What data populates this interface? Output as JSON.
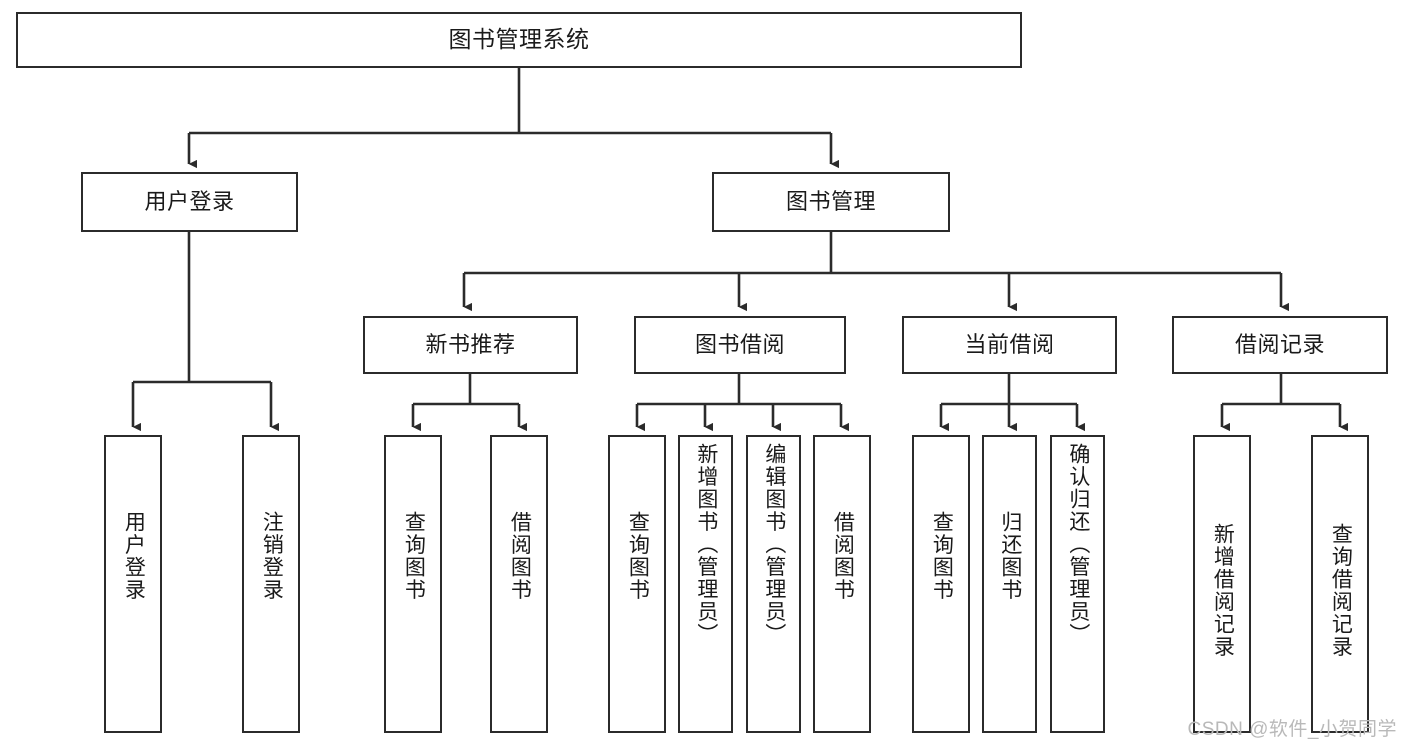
{
  "diagram": {
    "title": "图书管理系统",
    "type": "hierarchy-flowchart",
    "levels": {
      "root": {
        "id": "root",
        "label": "图书管理系统"
      },
      "level2": [
        {
          "id": "user-login",
          "label": "用户登录"
        },
        {
          "id": "book-management",
          "label": "图书管理"
        }
      ],
      "level3": [
        {
          "id": "new-book-recommend",
          "label": "新书推荐"
        },
        {
          "id": "book-borrow",
          "label": "图书借阅"
        },
        {
          "id": "current-borrow",
          "label": "当前借阅"
        },
        {
          "id": "borrow-record",
          "label": "借阅记录"
        }
      ],
      "leaves": [
        {
          "id": "leaf-user-login",
          "label": "用户登录",
          "parent": "user-login"
        },
        {
          "id": "leaf-logout",
          "label": "注销登录",
          "parent": "user-login"
        },
        {
          "id": "leaf-query-book-1",
          "label": "查询图书",
          "parent": "new-book-recommend"
        },
        {
          "id": "leaf-borrow-book-1",
          "label": "借阅图书",
          "parent": "new-book-recommend"
        },
        {
          "id": "leaf-query-book-2",
          "label": "查询图书",
          "parent": "book-borrow"
        },
        {
          "id": "leaf-add-book",
          "label": "新增图书（管理员）",
          "parent": "book-borrow"
        },
        {
          "id": "leaf-edit-book",
          "label": "编辑图书（管理员）",
          "parent": "book-borrow"
        },
        {
          "id": "leaf-borrow-book-2",
          "label": "借阅图书",
          "parent": "book-borrow"
        },
        {
          "id": "leaf-query-book-3",
          "label": "查询图书",
          "parent": "current-borrow"
        },
        {
          "id": "leaf-return-book",
          "label": "归还图书",
          "parent": "current-borrow"
        },
        {
          "id": "leaf-confirm-return",
          "label": "确认归还（管理员）",
          "parent": "current-borrow"
        },
        {
          "id": "leaf-add-record",
          "label": "新增借阅记录",
          "parent": "borrow-record"
        },
        {
          "id": "leaf-query-record",
          "label": "查询借阅记录",
          "parent": "borrow-record"
        }
      ]
    },
    "watermark": "CSDN @软件_小贺同学",
    "colors": {
      "border": "#2b2b2b",
      "background": "#ffffff",
      "text": "#1a1a1a",
      "watermark": "#b9b9b9"
    }
  }
}
